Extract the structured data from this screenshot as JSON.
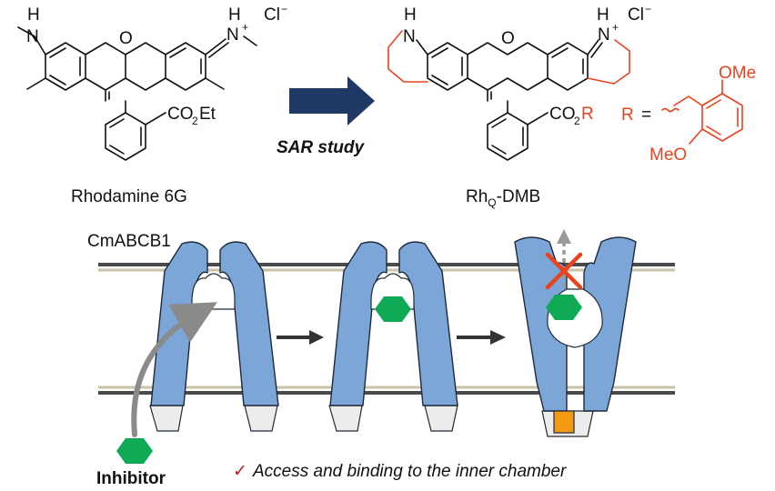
{
  "rhodamine": {
    "caption": "Rhodamine 6G",
    "atoms": {
      "nh_left": "H",
      "n_left": "N",
      "o_ring": "O",
      "n_right": "N",
      "n_right_h": "H",
      "n_right_plus": "+",
      "counterion": "Cl",
      "counterion_charge": "−",
      "ester": "CO",
      "ester_sub": "2",
      "ester_tail": "Et"
    }
  },
  "arrow_label": "SAR study",
  "rhq": {
    "caption_main": "Rh",
    "caption_sub": "Q",
    "caption_tail": "-DMB",
    "atoms": {
      "nh_left": "H",
      "n_left": "N",
      "o_ring": "O",
      "n_right": "N",
      "n_right_h": "H",
      "n_right_plus": "+",
      "counterion": "Cl",
      "counterion_charge": "−",
      "ester": "CO",
      "ester_sub": "2",
      "ester_r": "R"
    }
  },
  "r_group": {
    "label": "R",
    "equals": "=",
    "ome_top": "OMe",
    "ome_bottom": "MeO"
  },
  "transporter": {
    "label": "CmABCB1"
  },
  "inhibitor": {
    "label": "Inhibitor"
  },
  "conclusion": {
    "checkmark": "✓",
    "text": "Access and binding to the inner chamber"
  },
  "colors": {
    "accent_red": "#e8431f",
    "arrow_navy": "#1f3864",
    "helix_blue": "#7ca6d8",
    "inhibitor_green": "#0faa55",
    "block_orange": "#f39a12",
    "membrane_dark": "#4a4a4a",
    "membrane_light": "#c8c3a6"
  }
}
